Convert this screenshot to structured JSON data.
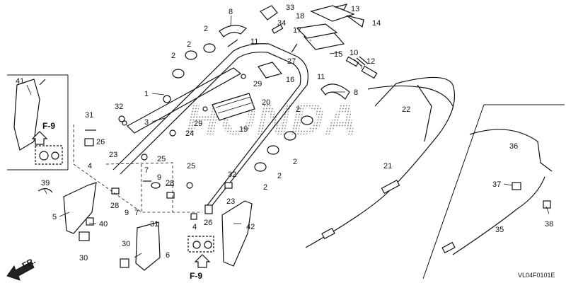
{
  "watermark": "HONDA",
  "diagram_code": "VL04F0101E",
  "direction_label": "FR.",
  "figure_refs": {
    "top": "F-9",
    "bottom": "F-9"
  },
  "callouts": [
    "1",
    "2",
    "2",
    "2",
    "2",
    "3",
    "4",
    "4",
    "5",
    "6",
    "7",
    "7",
    "8",
    "8",
    "9",
    "9",
    "10",
    "11",
    "11",
    "12",
    "13",
    "14",
    "15",
    "16",
    "17",
    "18",
    "19",
    "20",
    "21",
    "22",
    "23",
    "23",
    "24",
    "25",
    "25",
    "26",
    "26",
    "27",
    "28",
    "28",
    "29",
    "29",
    "30",
    "30",
    "31",
    "31",
    "32",
    "32",
    "33",
    "34",
    "35",
    "36",
    "37",
    "38",
    "39",
    "40",
    "41",
    "42",
    "2",
    "2",
    "2"
  ]
}
